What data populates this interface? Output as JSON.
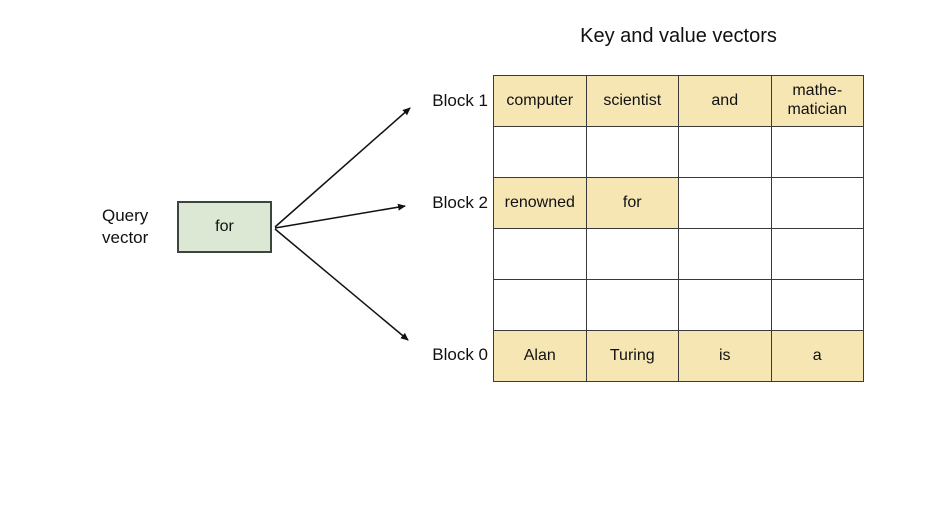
{
  "title": "Key and value vectors",
  "query_vector": {
    "label_line1": "Query",
    "label_line2": "vector",
    "box_text": "for"
  },
  "block_labels": [
    {
      "label": "Block 1"
    },
    {
      "label": "Block 2"
    },
    {
      "label": "Block 0"
    }
  ],
  "table": {
    "rows": [
      {
        "cells": [
          {
            "t": "computer",
            "hl": true
          },
          {
            "t": "scientist",
            "hl": true
          },
          {
            "t": "and",
            "hl": true
          },
          {
            "t": "mathe-\nmatician",
            "hl": true
          }
        ]
      },
      {
        "cells": [
          {
            "t": "",
            "hl": false
          },
          {
            "t": "",
            "hl": false
          },
          {
            "t": "",
            "hl": false
          },
          {
            "t": "",
            "hl": false
          }
        ]
      },
      {
        "cells": [
          {
            "t": "renowned",
            "hl": true
          },
          {
            "t": "for",
            "hl": true
          },
          {
            "t": "",
            "hl": false
          },
          {
            "t": "",
            "hl": false
          }
        ]
      },
      {
        "cells": [
          {
            "t": "",
            "hl": false
          },
          {
            "t": "",
            "hl": false
          },
          {
            "t": "",
            "hl": false
          },
          {
            "t": "",
            "hl": false
          }
        ]
      },
      {
        "cells": [
          {
            "t": "",
            "hl": false
          },
          {
            "t": "",
            "hl": false
          },
          {
            "t": "",
            "hl": false
          },
          {
            "t": "",
            "hl": false
          }
        ]
      },
      {
        "cells": [
          {
            "t": "Alan",
            "hl": true
          },
          {
            "t": "Turing",
            "hl": true
          },
          {
            "t": "is",
            "hl": true
          },
          {
            "t": "a",
            "hl": true
          }
        ]
      }
    ]
  },
  "colors": {
    "cell_highlight": "#f6e6b4",
    "query_box_fill": "#dce8d3",
    "border": "#3a3a3a"
  }
}
